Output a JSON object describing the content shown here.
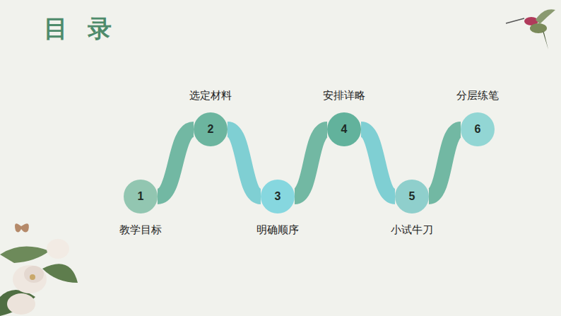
{
  "diagram": {
    "title": "目 录",
    "nodes": [
      {
        "text": [
          "1",
          "教学目标"
        ]
      },
      {
        "text": [
          "2",
          "选定材料"
        ]
      },
      {
        "text": [
          "3",
          "明确顺序"
        ]
      },
      {
        "text": [
          "4",
          "安排详略"
        ]
      },
      {
        "text": [
          "5",
          "小试牛刀"
        ]
      },
      {
        "text": [
          "6",
          "分层练笔"
        ]
      }
    ],
    "edges": [
      {
        "from": 0,
        "to": 1,
        "arrow": "none"
      },
      {
        "from": 1,
        "to": 2,
        "arrow": "none"
      },
      {
        "from": 2,
        "to": 3,
        "arrow": "none"
      },
      {
        "from": 3,
        "to": 4,
        "arrow": "none"
      },
      {
        "from": 4,
        "to": 5,
        "arrow": "none"
      }
    ]
  }
}
